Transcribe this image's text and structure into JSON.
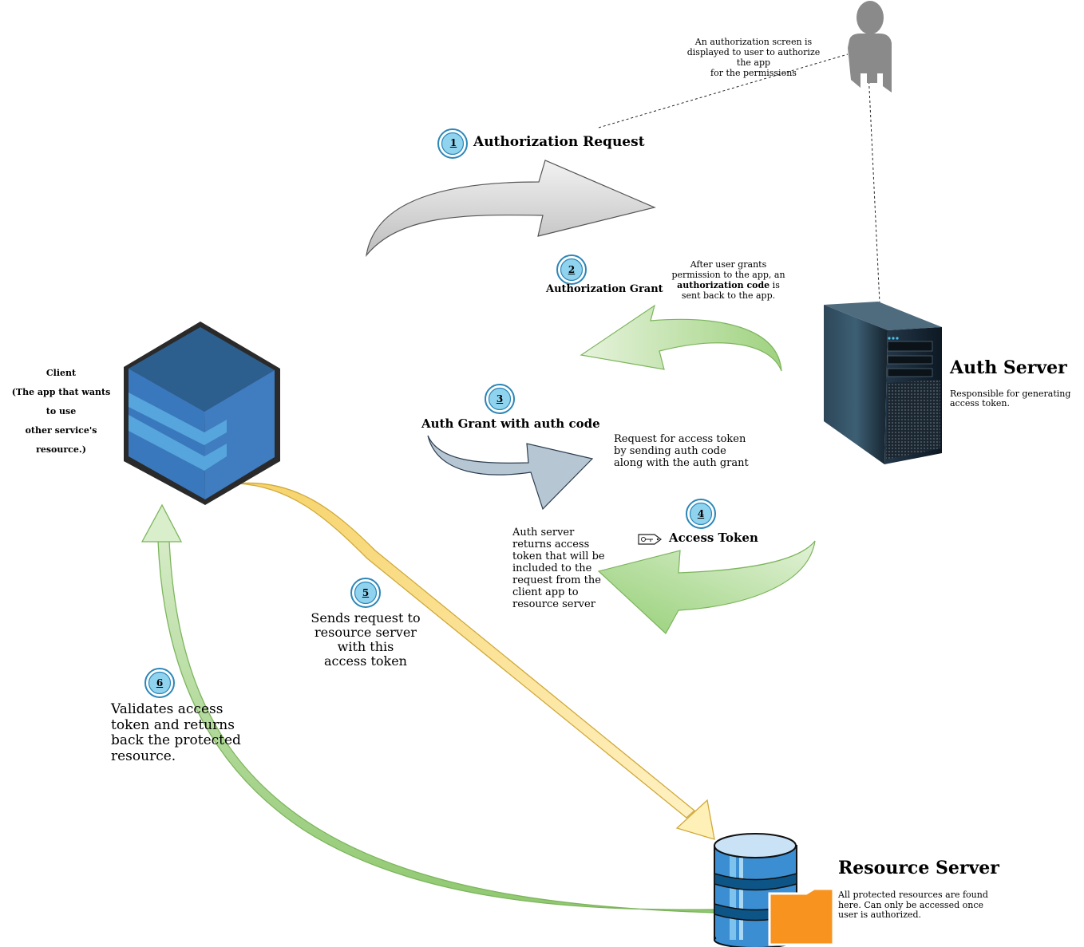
{
  "user_note": [
    "An authorization screen is",
    "displayed to user to authorize",
    "the app",
    "for the permissions"
  ],
  "step_labels": [
    "1",
    "2",
    "3",
    "4",
    "5",
    "6"
  ],
  "steps": {
    "s1": "Authorization Request",
    "s2": "Authorization Grant",
    "s3": "Auth Grant with auth code",
    "s4": "Access Token"
  },
  "grant_note": {
    "line1": "After user grants",
    "line2": "permission to the app, an",
    "bold": "authorization code",
    "line3_tail": " is",
    "line4": "sent back to the app."
  },
  "client_label": [
    "Client",
    "(The app that wants",
    "to use",
    "other service's",
    "resource.)"
  ],
  "auth_server": {
    "title": "Auth Server",
    "desc": [
      "Responsible for generating",
      "access token."
    ]
  },
  "request_note": [
    "Request for access token",
    "by sending auth code",
    "along with the auth grant"
  ],
  "returns_note": [
    "Auth server",
    "returns access",
    "token that will be",
    "included to the",
    "request from the",
    "client app to",
    "resource server"
  ],
  "send_note": [
    "Sends request to",
    "resource server",
    "with this",
    "access token"
  ],
  "validate_note": [
    "Validates access",
    "token and returns",
    "back the protected",
    "resource."
  ],
  "resource_server": {
    "title": "Resource Server",
    "desc": [
      "All protected resources are found",
      "here. Can only be accessed once",
      "user is authorized."
    ]
  },
  "icons": [
    "user-icon",
    "server-tower-icon",
    "cube-client-icon",
    "database-icon",
    "folder-icon",
    "key-tag-icon"
  ],
  "colors": {
    "badge_fill": "#8fd3ee",
    "badge_stroke": "#2b86b8",
    "green_arrow": "#a5d88a",
    "yellow_arrow": "#f8dd7a",
    "grey_arrow": "#c8c8c8",
    "blue_arrow": "#b7c6d3",
    "cube_blue": "#3a76b8",
    "db_blue": "#3e8fd3",
    "folder_orange": "#f7931e"
  }
}
